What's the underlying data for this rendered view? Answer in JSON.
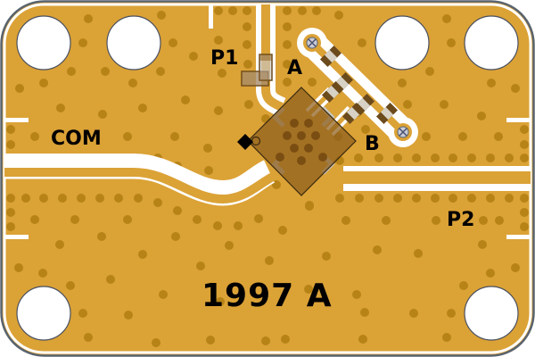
{
  "board": {
    "colors": {
      "copper": "#DBA236",
      "via": "#B78317",
      "gap": "#FFFFFF",
      "outline": "#5A6470",
      "chip": "#8E5E1C",
      "text": "#000000"
    },
    "labels": {
      "p1": "P1",
      "a": "A",
      "com": "COM",
      "b": "B",
      "p2": "P2",
      "part": "1997 A"
    },
    "mounting_holes": 6,
    "components": {
      "ic": "diamond-package",
      "pin1_marker": "black-diamond",
      "smd_resistors": 6,
      "test_points": 2,
      "jumper_pads": 2
    }
  }
}
